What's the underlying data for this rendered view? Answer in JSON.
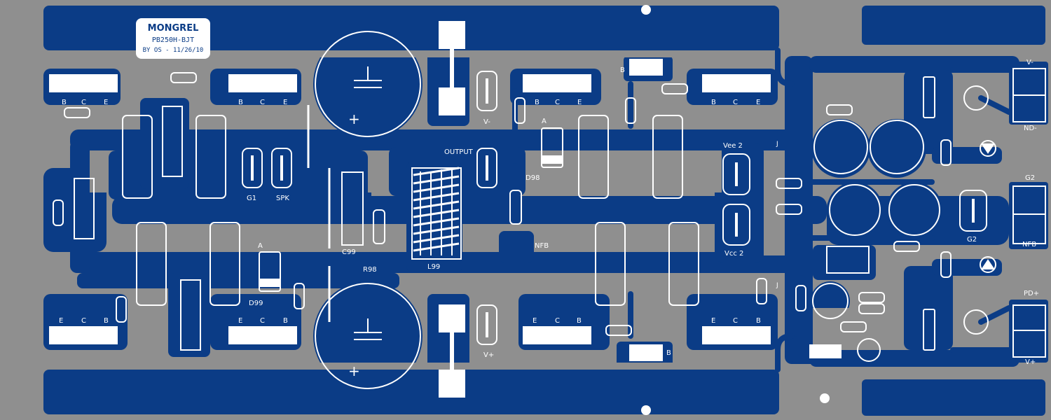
{
  "board": {
    "title": "MONGREL",
    "model": "PB250H-BJT",
    "credit": "BY OS - 11/26/10",
    "colors": {
      "background": "#8f8f8f",
      "copper": "#0b3c86",
      "silk": "#ffffff"
    }
  },
  "transistor_pins": {
    "b": "B",
    "c": "C",
    "e": "E"
  },
  "labels": {
    "g1": "G1",
    "spk": "SPK",
    "output": "OUTPUT",
    "d98": "D98",
    "nfb": "NFB",
    "c99": "C99",
    "r98": "R98",
    "l99": "L99",
    "d99": "D99",
    "v_minus_pad": "V-",
    "v_plus_pad": "V+",
    "vee2": "Vee 2",
    "vcc2": "Vcc 2",
    "g2": "G2",
    "anode": "A",
    "plus": "+",
    "j": "J",
    "b_mark": "B"
  },
  "connectors": [
    {
      "top": "V-",
      "bottom": "ND-"
    },
    {
      "top": "G2",
      "bottom": "NFB"
    },
    {
      "top": "PD+",
      "bottom": "V+"
    }
  ]
}
